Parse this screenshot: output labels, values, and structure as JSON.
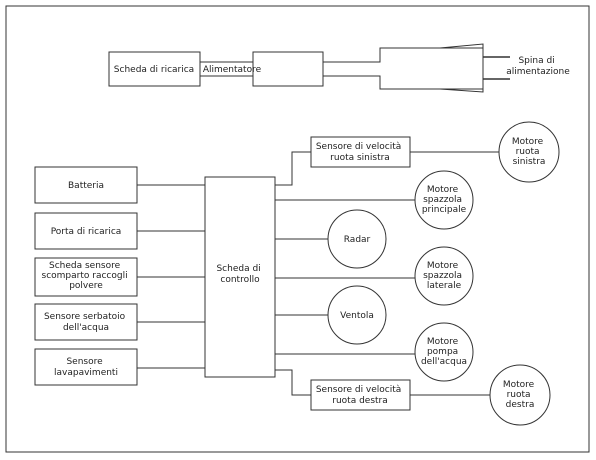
{
  "power": {
    "charging_board": "Scheda di ricarica",
    "power_supply": "Alimentatore",
    "plug_lines": [
      "Spina di",
      "alimentazione"
    ]
  },
  "inputs": [
    [
      "Batteria"
    ],
    [
      "Porta di ricarica"
    ],
    [
      "Scheda sensore",
      "scomparto raccogli",
      "polvere"
    ],
    [
      "Sensore serbatoio",
      "dell'acqua"
    ],
    [
      "Sensore",
      "lavapavimenti"
    ]
  ],
  "control_board": [
    "Scheda di",
    "controllo"
  ],
  "speed_sensor_left": [
    "Sensore di velocità",
    "ruota sinistra"
  ],
  "speed_sensor_right": [
    "Sensore di velocità",
    "ruota destra"
  ],
  "outputs": {
    "motor_left_wheel": [
      "Motore",
      "ruota",
      "sinistra"
    ],
    "main_brush": [
      "Motore",
      "spazzola",
      "principale"
    ],
    "radar": [
      "Radar"
    ],
    "side_brush": [
      "Motore",
      "spazzola",
      "laterale"
    ],
    "fan": [
      "Ventola"
    ],
    "water_pump": [
      "Motore",
      "pompa",
      "dell'acqua"
    ],
    "motor_right_wheel": [
      "Motore",
      "ruota",
      "destra"
    ]
  }
}
